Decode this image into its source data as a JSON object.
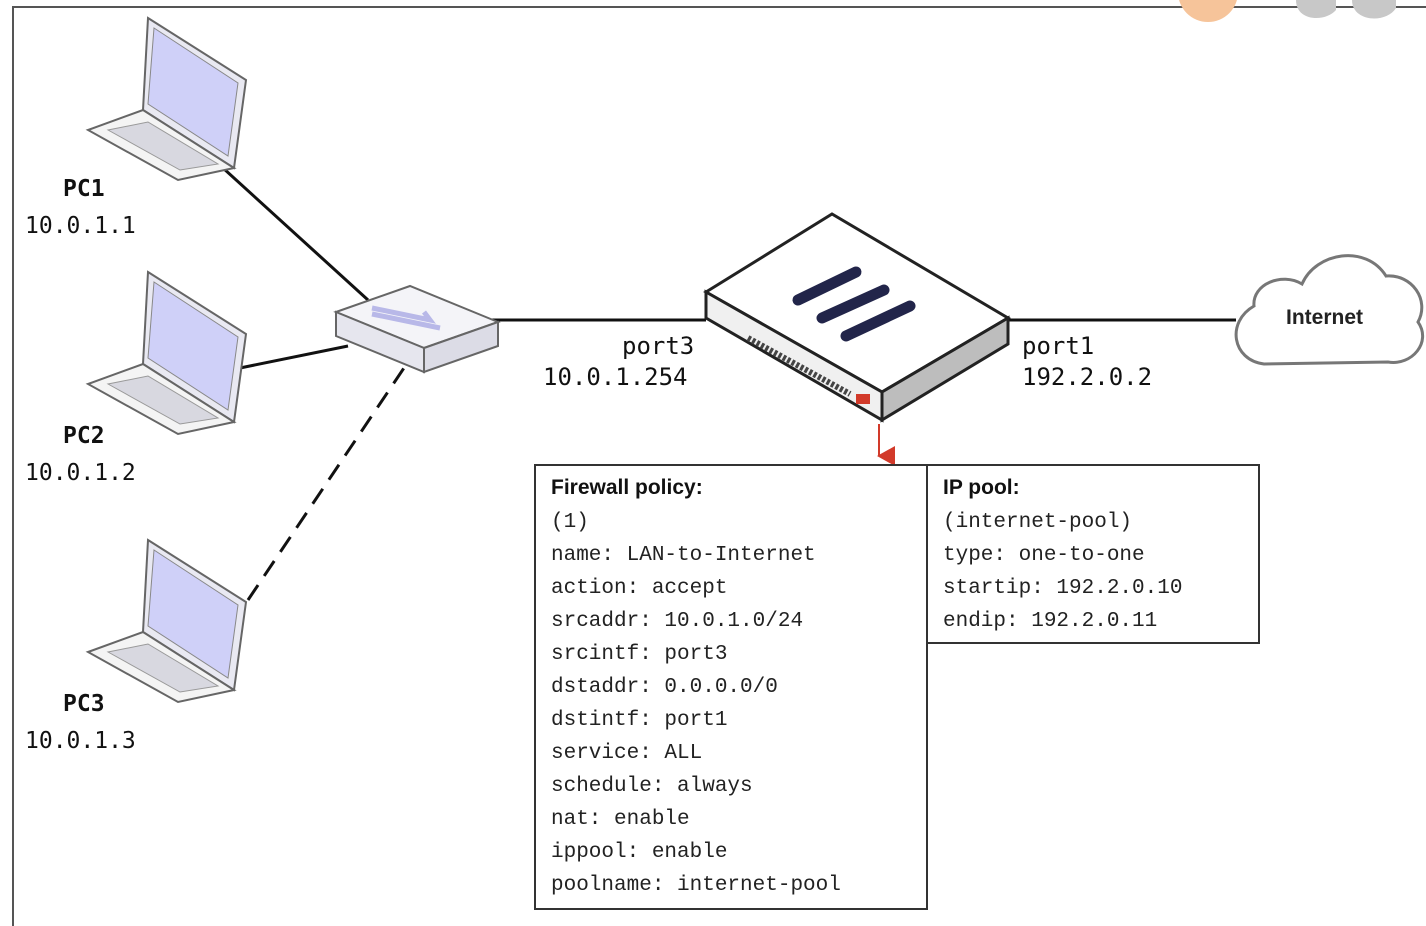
{
  "pcs": [
    {
      "name": "PC1",
      "ip": "10.0.1.1"
    },
    {
      "name": "PC2",
      "ip": "10.0.1.2"
    },
    {
      "name": "PC3",
      "ip": "10.0.1.3"
    }
  ],
  "firewall": {
    "port3": {
      "label": "port3",
      "ip": "10.0.1.254"
    },
    "port1": {
      "label": "port1",
      "ip": "192.2.0.2"
    }
  },
  "internet": {
    "label": "Internet"
  },
  "policy": {
    "title": "Firewall policy:",
    "lines": [
      "(1)",
      "name: LAN-to-Internet",
      "action: accept",
      "srcaddr: 10.0.1.0/24",
      "srcintf: port3",
      "dstaddr: 0.0.0.0/0",
      "dstintf: port1",
      "service: ALL",
      "schedule: always",
      "nat: enable",
      "ippool: enable",
      "poolname: internet-pool"
    ]
  },
  "ippool": {
    "title": "IP pool:",
    "lines": [
      "(internet-pool)",
      "type: one-to-one",
      "startip: 192.2.0.10",
      "endip: 192.2.0.11"
    ]
  },
  "colors": {
    "laptop_screen": "#cfd0f8",
    "device_body": "#ffffff",
    "device_stroke": "#333333",
    "arrow": "#d23a2a"
  }
}
